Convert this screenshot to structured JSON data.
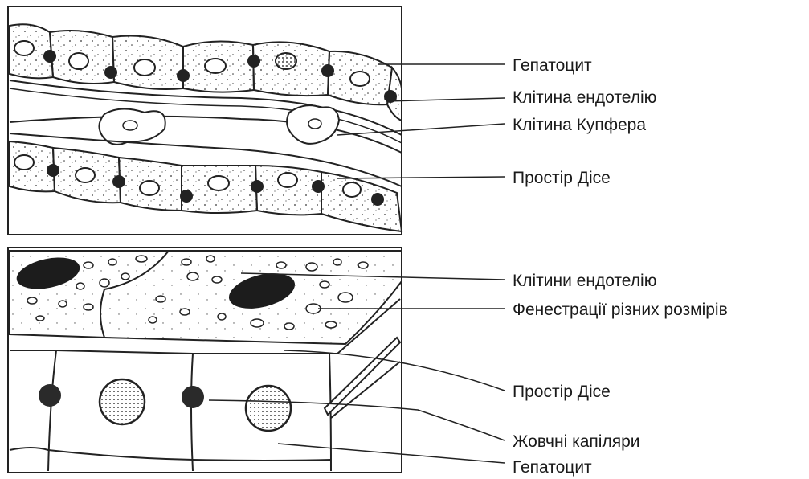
{
  "top_panel": {
    "labels": [
      "Гепатоцит",
      "Клітина ендотелію",
      "Клітина Купфера",
      "Простір Дісе"
    ]
  },
  "bottom_panel": {
    "labels": [
      "Клітини ендотелію",
      "Фенестрації різних розмірів",
      "Простір Дісе",
      "Жовчні капіляри",
      "Гепатоцит"
    ]
  }
}
